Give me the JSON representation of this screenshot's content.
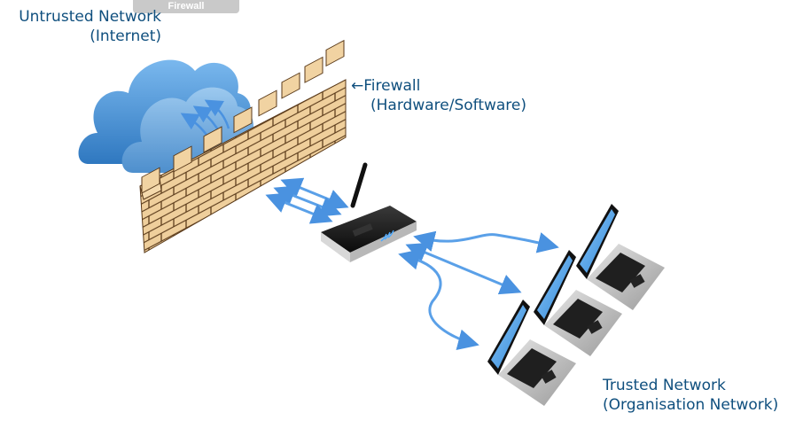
{
  "tab": {
    "label": "Firewall"
  },
  "labels": {
    "untrusted": {
      "line1": "Untrusted Network",
      "line2": "(Internet)"
    },
    "firewall": {
      "arrow": "←",
      "line1": "Firewall",
      "line2": "(Hardware/Software)"
    },
    "trusted": {
      "line1": "Trusted Network",
      "line2": "(Organisation Network)"
    }
  },
  "icons": [
    "cloud-icon",
    "brick-wall-icon",
    "wireless-router-icon",
    "laptop-icon",
    "bidirectional-arrow-icon"
  ],
  "colors": {
    "label_text": "#0f4f7e",
    "cloud": "#4a90d0",
    "brick": "#e8c48e",
    "arrow": "#5aa0e8",
    "router": "#1a1a1a",
    "screen": "#4aa0ea",
    "laptop_body": "#c8c8c8"
  },
  "nodes": {
    "cloud": "Internet cloud",
    "wall": "Firewall wall",
    "router": "Wireless router",
    "laptops": [
      "Laptop 1",
      "Laptop 2",
      "Laptop 3"
    ]
  }
}
